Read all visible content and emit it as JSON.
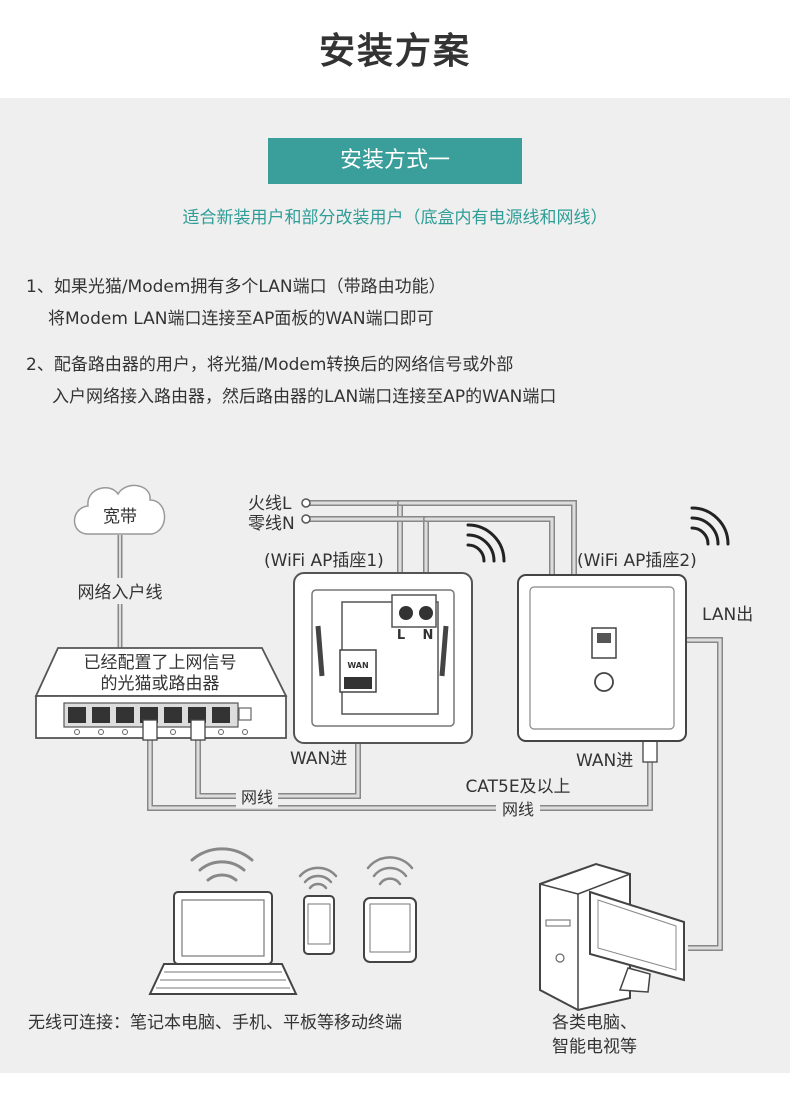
{
  "header": {
    "title": "安装方案"
  },
  "banner": {
    "label": "安装方式一"
  },
  "subtitle": "适合新装用户和部分改装用户（底盒内有电源线和网线）",
  "steps": [
    {
      "line1": "1、如果光猫/Modem拥有多个LAN端口（带路由功能）",
      "line2": "将Modem LAN端口连接至AP面板的WAN端口即可"
    },
    {
      "line1": "2、配备路由器的用户，将光猫/Modem转换后的网络信号或外部",
      "line2": "入户网络接入路由器，然后路由器的LAN端口连接至AP的WAN端口"
    }
  ],
  "diagram": {
    "cloud": "宽带",
    "incoming_line": "网络入户线",
    "modem": {
      "line1": "已经配置了上网信号",
      "line2": "的光猫或路由器"
    },
    "live_wire": "火线L",
    "neutral_wire": "零线N",
    "socket1": "(WiFi AP插座1)",
    "socket2": "(WiFi AP插座2)",
    "socket_L": "L",
    "socket_N": "N",
    "wan_port_text": "WAN",
    "wan_in_1": "WAN进",
    "wan_in_2": "WAN进",
    "lan_out": "LAN出",
    "cable_1": "网线",
    "cable_spec": "CAT5E及以上",
    "cable_2": "网线",
    "wireless": "无线可连接：笔记本电脑、手机、平板等移动终端",
    "wired_line1": "各类电脑、",
    "wired_line2": "智能电视等"
  }
}
